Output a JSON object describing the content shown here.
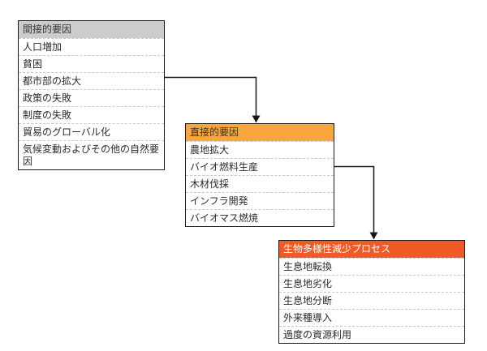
{
  "page": {
    "background": "#ffffff",
    "line_color": "#1a1a1a",
    "separator_color": "#c8c8c8"
  },
  "diagram": {
    "boxes": [
      {
        "title": "間接的要因",
        "header_bg": "#cccccc",
        "header_fg": "#333333",
        "items": [
          "人口増加",
          "貧困",
          "都市部の拡大",
          "政策の失敗",
          "制度の失敗",
          "貿易のグローバル化",
          "気候変動およびその他の自然要因"
        ]
      },
      {
        "title": "直接的要因",
        "header_bg": "#f7a63c",
        "header_fg": "#333333",
        "items": [
          "農地拡大",
          "バイオ燃料生産",
          "木材伐採",
          "インフラ開発",
          "バイオマス燃焼"
        ]
      },
      {
        "title": "生物多様性減少プロセス",
        "header_bg": "#ef5a26",
        "header_fg": "#ffffff",
        "items": [
          "生息地転換",
          "生息地劣化",
          "生息地分断",
          "外来種導入",
          "過度の資源利用"
        ]
      }
    ],
    "connectors": [
      {
        "from": "間接的要因",
        "to": "直接的要因"
      },
      {
        "from": "直接的要因",
        "to": "生物多様性減少プロセス"
      }
    ]
  }
}
